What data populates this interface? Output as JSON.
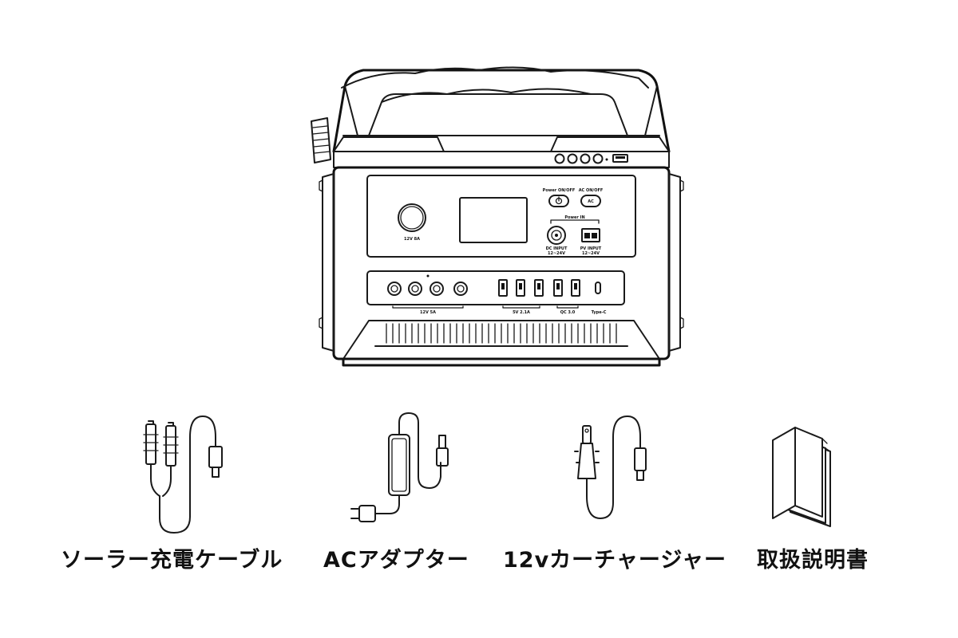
{
  "station": {
    "panel_labels": {
      "power_onoff": "Power ON/OFF",
      "ac_onoff": "AC ON/OFF",
      "ac_button": "AC",
      "power_in": "Power IN",
      "dc_input": "DC INPUT",
      "dc_input_range": "12~24V",
      "pv_input": "PV INPUT",
      "pv_input_range": "12~24V",
      "round_port": "12V 8A"
    },
    "port_labels": {
      "dc_outputs": "12V 5A",
      "usb_outputs": "5V 2.1A",
      "qc_outputs": "QC 3.0",
      "type_c": "Type-C"
    }
  },
  "captions": [
    "ソーラー充電ケーブル",
    "ACアダプター",
    "12vカーチャージャー",
    "取扱説明書"
  ]
}
